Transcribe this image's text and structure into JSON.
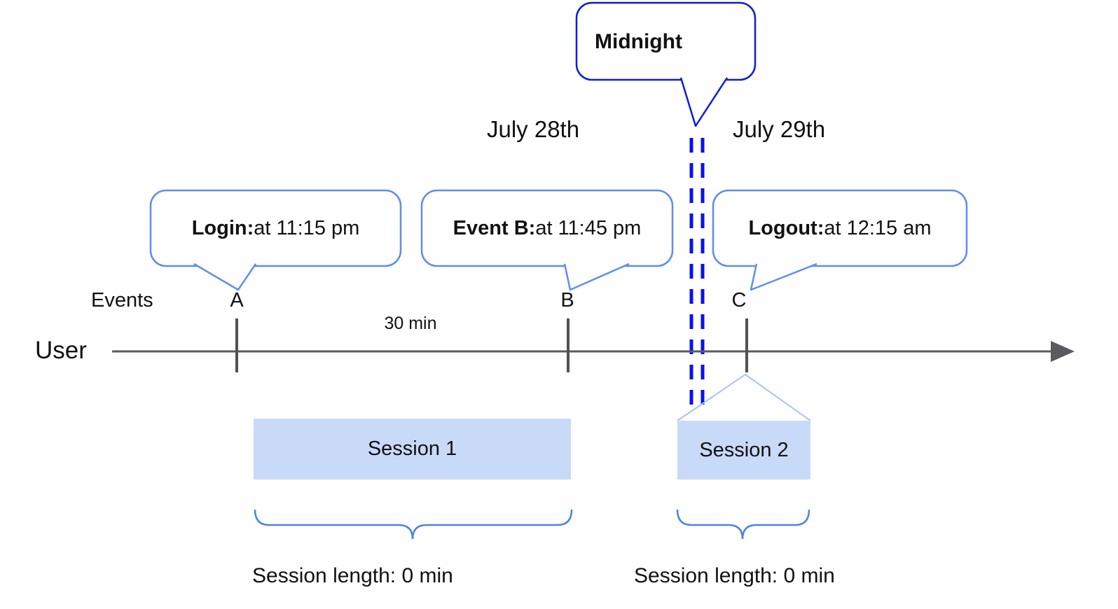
{
  "colors": {
    "timeline_gray": "#595b5e",
    "tick_gray": "#4f5154",
    "midnight_blue": "#0a1ed6",
    "dash_blue": "#0a10f0",
    "callout_blue": "#5f8dee",
    "roof_blue": "#aac4f5",
    "brace_blue": "#4d82e8",
    "session_fill": "#c9daf8"
  },
  "header": {
    "midnight_label": "Midnight",
    "date_left": "July 28th",
    "date_right": "July 29th"
  },
  "timeline": {
    "axis_label": "User",
    "events_label": "Events",
    "interval_label": "30 min",
    "event_markers": [
      "A",
      "B",
      "C"
    ]
  },
  "callouts": [
    {
      "title": "Login:",
      "detail": " at 11:15 pm"
    },
    {
      "title": "Event B:",
      "detail": " at 11:45 pm"
    },
    {
      "title": "Logout:",
      "detail": " at 12:15 am"
    }
  ],
  "sessions": [
    {
      "label": "Session 1",
      "length_label": "Session length: 0 min"
    },
    {
      "label": "Session 2",
      "length_label": "Session length: 0 min"
    }
  ]
}
